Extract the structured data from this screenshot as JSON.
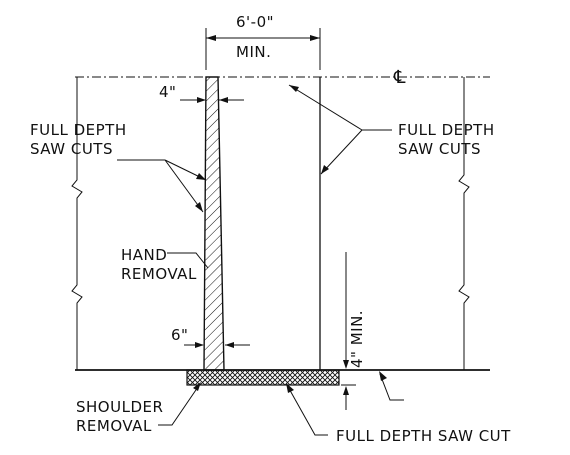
{
  "labels": {
    "width_dim": "6'-0\"",
    "width_min": "MIN.",
    "centerline": "℄",
    "top_thickness": "4\"",
    "left_saw_cuts_line1": "FULL DEPTH",
    "left_saw_cuts_line2": "SAW CUTS",
    "right_saw_cuts_line1": "FULL DEPTH",
    "right_saw_cuts_line2": "SAW CUTS",
    "hand_removal_line1": "HAND",
    "hand_removal_line2": "REMOVAL",
    "bottom_thickness": "6\"",
    "depth_min": "4\" MIN.",
    "shoulder_removal_line1": "SHOULDER",
    "shoulder_removal_line2": "REMOVAL",
    "bottom_saw_cut": "FULL DEPTH SAW CUT"
  }
}
